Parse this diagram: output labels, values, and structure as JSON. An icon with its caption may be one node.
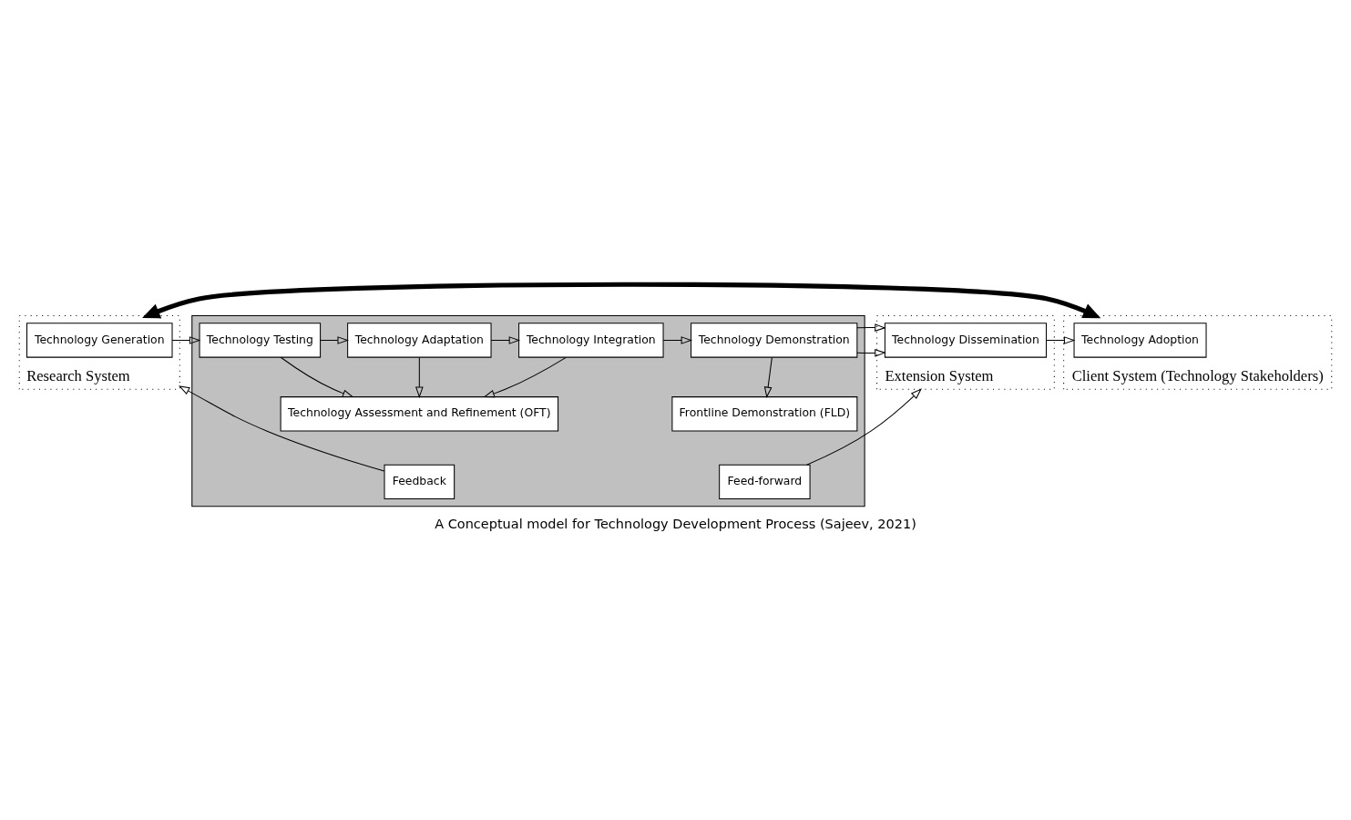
{
  "diagram": {
    "caption": "A Conceptual model for Technology Development Process (Sajeev, 2021)",
    "nodes": [
      {
        "text": [
          "Research System"
        ]
      },
      {
        "text": [
          "Technology Generation"
        ],
        "in": 0
      },
      {
        "text": [],
        "shape": "box"
      },
      {
        "text": [
          "Technology Testing"
        ],
        "in": 2
      },
      {
        "text": [
          "Technology Adaptation"
        ],
        "in": 2
      },
      {
        "text": [
          "Technology Integration"
        ],
        "in": 2
      },
      {
        "text": [
          "Technology Demonstration"
        ],
        "in": 2
      },
      {
        "text": [
          "Technology Assessment and Refinement (OFT)"
        ],
        "in": 2
      },
      {
        "text": [
          "Frontline Demonstration (FLD)"
        ],
        "in": 2
      },
      {
        "text": [
          "Feedback"
        ],
        "in": 2
      },
      {
        "text": [
          "Feed-forward"
        ],
        "in": 2
      },
      {
        "text": [
          "Extension System"
        ]
      },
      {
        "text": [
          "Technology Dissemination"
        ],
        "in": 11
      },
      {
        "text": [
          "Client System (Technology Stakeholders)"
        ]
      },
      {
        "text": [
          "Technology Adoption"
        ],
        "in": 13
      }
    ],
    "edges": [
      {
        "from": 1,
        "to": 3,
        "arrow": "to"
      },
      {
        "from": 3,
        "to": 4,
        "arrow": "to"
      },
      {
        "from": 4,
        "to": 5,
        "arrow": "to"
      },
      {
        "from": 5,
        "to": 6,
        "arrow": "to"
      },
      {
        "from": 6,
        "to": 12,
        "arrow": "to"
      },
      {
        "from": 12,
        "to": 14,
        "arrow": "to"
      },
      {
        "from": 3,
        "to": 7,
        "arrow": "to"
      },
      {
        "from": 4,
        "to": 7,
        "arrow": "to"
      },
      {
        "from": 5,
        "to": 7,
        "arrow": "to"
      },
      {
        "from": 6,
        "to": 8,
        "arrow": "to"
      },
      {
        "from": 9,
        "to": 0,
        "arrow": "to"
      },
      {
        "from": 10,
        "to": 11,
        "arrow": "to"
      },
      {
        "from": 0,
        "to": 13,
        "arrow": "both",
        "style": "thick"
      }
    ]
  }
}
